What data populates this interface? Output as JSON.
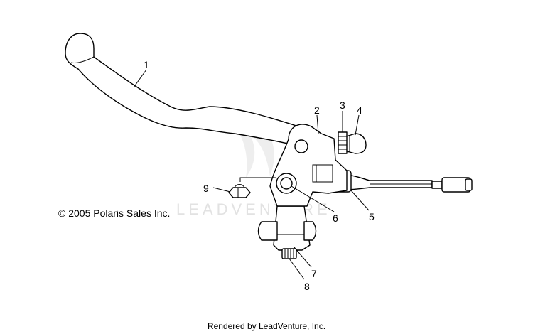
{
  "copyright": "© 2005 Polaris Sales Inc.",
  "rendered_by": "Rendered by LeadVenture, Inc.",
  "watermark": "LEADVENTURE",
  "callouts": [
    "1",
    "2",
    "3",
    "4",
    "5",
    "6",
    "7",
    "8",
    "9"
  ],
  "colors": {
    "line": "#000000",
    "background": "#ffffff",
    "watermark": "#e2e2e2"
  }
}
